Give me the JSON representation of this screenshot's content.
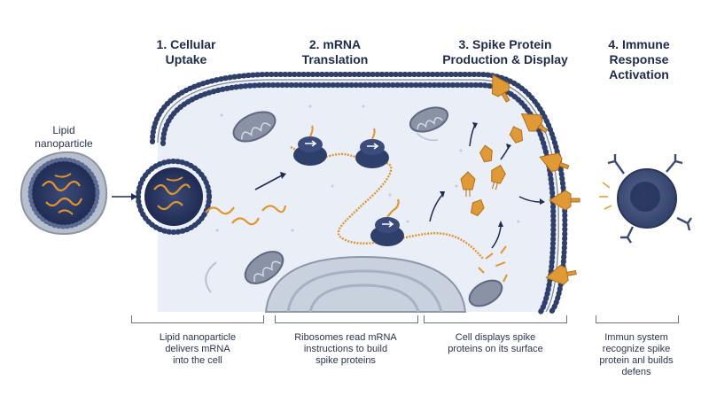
{
  "steps": [
    {
      "title": "1. Cellular\nUptake",
      "caption": "Lipid nanoparticle\ndelivers mRNA\ninto the cell"
    },
    {
      "title": "2. mRNA\nTranslation",
      "caption": "Ribosomes read mRNA\ninstructions to build\nspike proteins"
    },
    {
      "title": "3. Spike Protein\nProduction & Display",
      "caption": "Cell displays spike\nproteins on its surface"
    },
    {
      "title": "4. Immune\nResponse\nActivation",
      "caption": "Immun system\nrecognize spike\nprotein anl builds\ndefens"
    }
  ],
  "nanoparticle_label": "Lipid\nnanoparticle",
  "colors": {
    "membrane": "#2f3f6b",
    "cytoplasm": "#e9eef7",
    "ribosome": "#2f3f6b",
    "mrna": "#e0952d",
    "spike": "#e09a35",
    "immune_cell": "#3a4a72",
    "mitochondria": "#8a93a6"
  }
}
